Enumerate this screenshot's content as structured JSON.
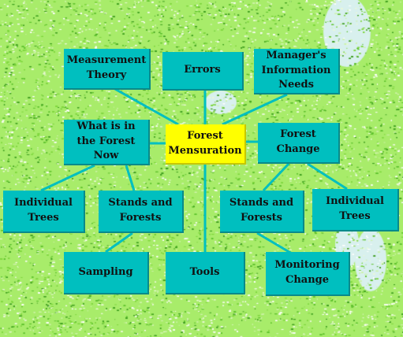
{
  "nodes": {
    "forest_mensuration": "Forest Mensuration",
    "measurement_theory": "Measurement Theory",
    "errors": "Errors",
    "managers_information_needs": "Manager's Information Needs",
    "what_is_in_the_forest_now": "What is in the Forest Now",
    "forest_change": "Forest Change",
    "individual_trees_left": "Individual Trees",
    "stands_and_forests_left": "Stands and Forests",
    "stands_and_forests_right": "Stands and Forests",
    "individual_trees_right": "Individual Trees",
    "sampling": "Sampling",
    "tools": "Tools",
    "monitoring_change": "Monitoring Change"
  },
  "colors": {
    "node_fill": "#00bfbf",
    "center_fill": "#ffff00",
    "connector": "#00bfbf",
    "background": "#a8ec6a"
  }
}
